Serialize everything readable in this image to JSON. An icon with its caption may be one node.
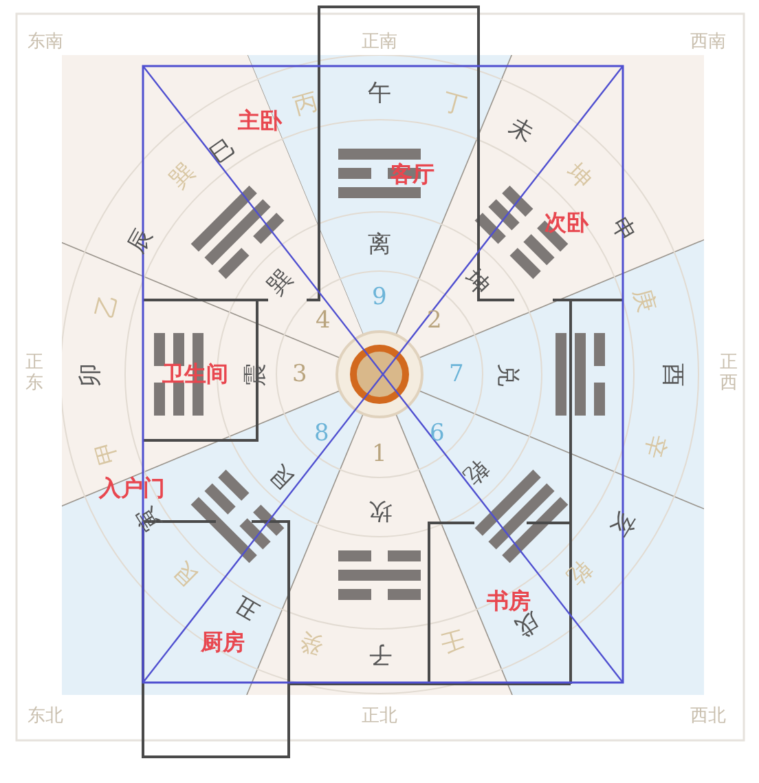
{
  "diagram": {
    "labels": [
      "东南",
      "正南",
      "西南",
      "午",
      "丙",
      "丁",
      "主卧",
      "客厅",
      "巳",
      "未",
      "巽",
      "坤",
      "次卧",
      "辰",
      "离",
      "申",
      "巽",
      "坤",
      "9",
      "4",
      "2",
      "乙",
      "庚",
      "正东",
      "卯",
      "卫生间",
      "震",
      "3",
      "7",
      "兑",
      "酉",
      "正西",
      "8",
      "6",
      "甲",
      "1",
      "辛",
      "艮",
      "乾",
      "入户门",
      "寅",
      "坎",
      "亥",
      "艮",
      "乾",
      "丑",
      "书房",
      "戌",
      "厨房",
      "癸",
      "子",
      "壬",
      "东北",
      "正北",
      "西北"
    ]
  }
}
